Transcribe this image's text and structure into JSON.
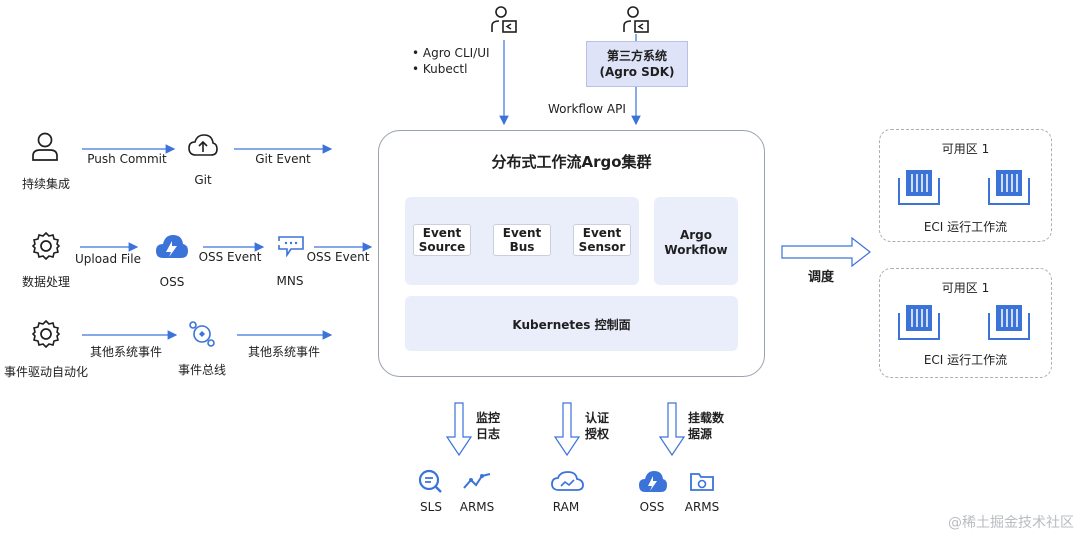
{
  "top": {
    "cli_items": [
      "Agro CLI/UI",
      "Kubectl"
    ],
    "sdk_title": "第三方系统",
    "sdk_sub": "(Agro SDK)",
    "workflow_api": "Workflow API"
  },
  "left": {
    "row1": {
      "source": "持续集成",
      "edge1": "Push Commit",
      "mid": "Git",
      "edge2": "Git Event"
    },
    "row2": {
      "source": "数据处理",
      "edge1": "Upload File",
      "mid1": "OSS",
      "edge2": "OSS Event",
      "mid2": "MNS",
      "edge3": "OSS Event"
    },
    "row3": {
      "source": "事件驱动自动化",
      "edge1": "其他系统事件",
      "mid": "事件总线",
      "edge2": "其他系统事件"
    }
  },
  "cluster": {
    "title": "分布式工作流Argo集群",
    "event_source": [
      "Event",
      "Source"
    ],
    "event_bus": [
      "Event",
      "Bus"
    ],
    "event_sensor": [
      "Event",
      "Sensor"
    ],
    "argo_workflow": [
      "Argo",
      "Workflow"
    ],
    "kubernetes": "Kubernetes 控制面"
  },
  "right": {
    "schedule": "调度",
    "zone1_title": "可用区 1",
    "zone1_label": "ECI 运行工作流",
    "zone2_title": "可用区 1",
    "zone2_label": "ECI 运行工作流"
  },
  "bottom": {
    "arrow1": [
      "监控",
      "日志"
    ],
    "arrow2": [
      "认证",
      "授权"
    ],
    "arrow3": [
      "挂载数",
      "据源"
    ],
    "services": [
      "SLS",
      "ARMS",
      "RAM",
      "OSS",
      "ARMS"
    ]
  },
  "watermark": "@稀土掘金技术社区",
  "colors": {
    "accent": "#3b73d9",
    "panel": "#eaeefb",
    "border": "#9aa3ad"
  }
}
